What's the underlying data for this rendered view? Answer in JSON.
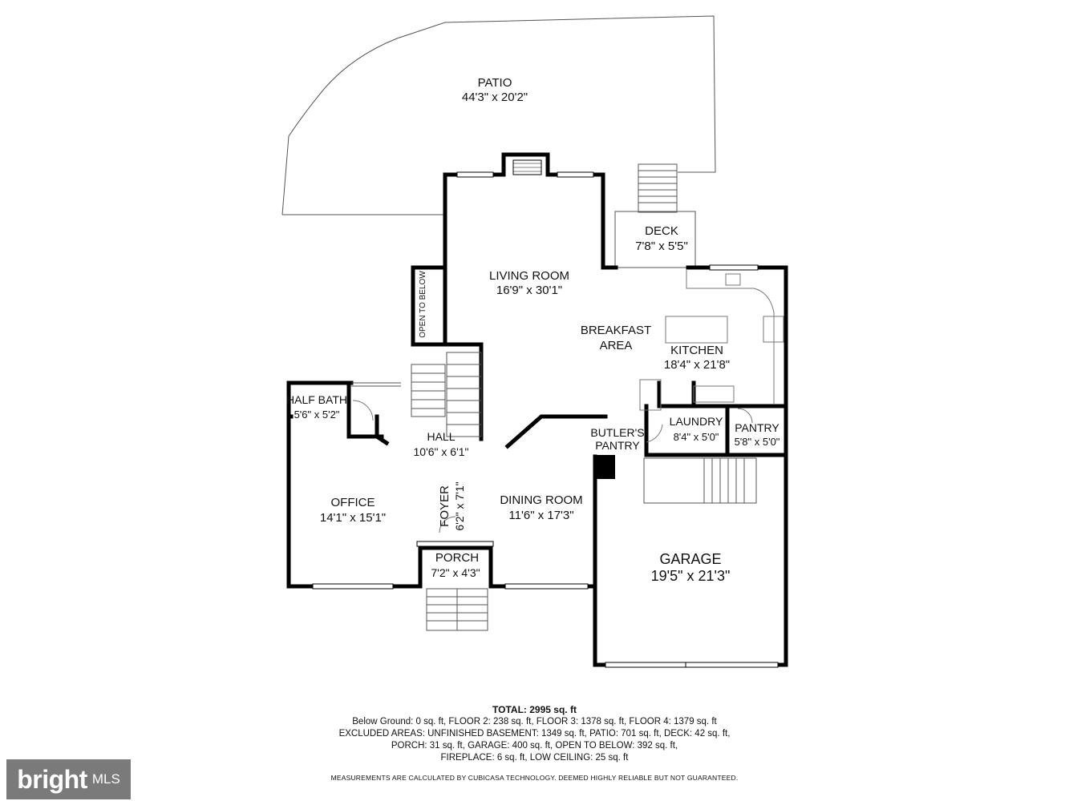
{
  "rooms": {
    "patio": {
      "name": "PATIO",
      "dims": "44'3\" x 20'2\""
    },
    "deck": {
      "name": "DECK",
      "dims": "7'8\" x 5'5\""
    },
    "living_room": {
      "name": "LIVING ROOM",
      "dims": "16'9\" x 30'1\""
    },
    "open_to_below": {
      "name": "OPEN TO BELOW"
    },
    "breakfast_area": {
      "line1": "BREAKFAST",
      "line2": "AREA"
    },
    "kitchen": {
      "name": "KITCHEN",
      "dims": "18'4\" x 21'8\""
    },
    "half_bath": {
      "name": "HALF BATH",
      "dims": "5'6\" x 5'2\""
    },
    "hall": {
      "name": "HALL",
      "dims": "10'6\" x 6'1\""
    },
    "butlers_pantry": {
      "line1": "BUTLER'S",
      "line2": "PANTRY"
    },
    "laundry": {
      "name": "LAUNDRY",
      "dims": "8'4\" x 5'0\""
    },
    "pantry": {
      "name": "PANTRY",
      "dims": "5'8\" x 5'0\""
    },
    "office": {
      "name": "OFFICE",
      "dims": "14'1\" x 15'1\""
    },
    "foyer": {
      "name": "FOYER",
      "dims": "6'2\" x 7'1\""
    },
    "dining_room": {
      "name": "DINING ROOM",
      "dims": "11'6\" x 17'3\""
    },
    "porch": {
      "name": "PORCH",
      "dims": "7'2\" x 4'3\""
    },
    "garage": {
      "name": "GARAGE",
      "dims": "19'5\" x 21'3\""
    }
  },
  "summary": {
    "total": "TOTAL: 2995 sq. ft",
    "lines": [
      "Below Ground: 0 sq. ft, FLOOR 2: 238 sq. ft, FLOOR 3: 1378 sq. ft, FLOOR 4: 1379 sq. ft",
      "EXCLUDED AREAS: UNFINISHED BASEMENT: 1349 sq. ft, PATIO: 701 sq. ft, DECK: 42 sq. ft,",
      "PORCH: 31 sq. ft, GARAGE: 400 sq. ft, OPEN TO BELOW: 392 sq. ft,",
      "FIREPLACE: 6 sq. ft, LOW CEILING: 25 sq. ft"
    ],
    "disclaimer": "MEASUREMENTS ARE CALCULATED BY CUBICASA TECHNOLOGY. DEEMED HIGHLY RELIABLE BUT NOT GUARANTEED."
  },
  "watermark": {
    "brand": "bright",
    "suffix": "MLS"
  }
}
